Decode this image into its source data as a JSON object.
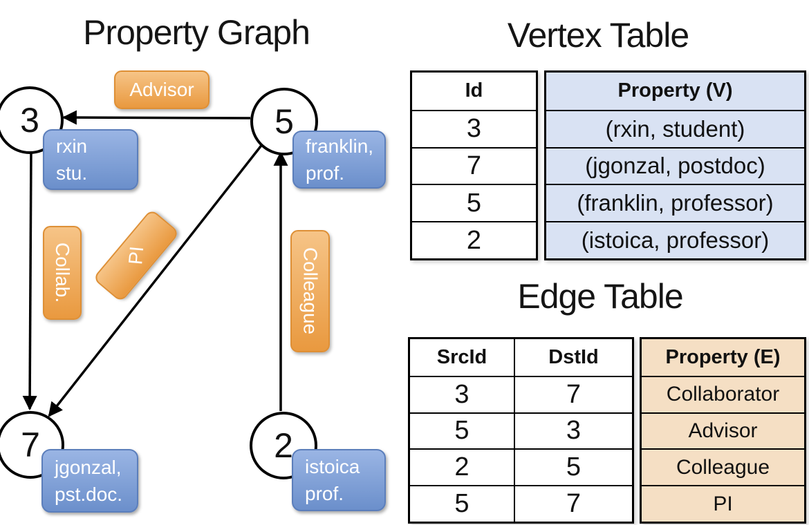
{
  "titles": {
    "graph": "Property Graph",
    "vertex_table": "Vertex Table",
    "edge_table": "Edge Table"
  },
  "graph": {
    "vertices": [
      {
        "id": "3",
        "line1": "rxin",
        "line2": "stu."
      },
      {
        "id": "5",
        "line1": "franklin,",
        "line2": "prof."
      },
      {
        "id": "7",
        "line1": "jgonzal,",
        "line2": "pst.doc."
      },
      {
        "id": "2",
        "line1": "istoica",
        "line2": "prof."
      }
    ],
    "edge_labels": {
      "advisor": "Advisor",
      "collab": "Collab.",
      "pi": "PI",
      "colleague": "Colleague"
    },
    "edges_drawn": [
      {
        "from": "5",
        "to": "3"
      },
      {
        "from": "3",
        "to": "7"
      },
      {
        "from": "5",
        "to": "7"
      },
      {
        "from": "2",
        "to": "5"
      }
    ]
  },
  "vertex_table": {
    "headers": [
      "Id",
      "Property (V)"
    ],
    "rows": [
      [
        "3",
        "(rxin, student)"
      ],
      [
        "7",
        "(jgonzal, postdoc)"
      ],
      [
        "5",
        "(franklin, professor)"
      ],
      [
        "2",
        "(istoica, professor)"
      ]
    ]
  },
  "edge_table": {
    "headers": [
      "SrcId",
      "DstId",
      "Property (E)"
    ],
    "rows": [
      [
        "3",
        "7",
        "Collaborator"
      ],
      [
        "5",
        "3",
        "Advisor"
      ],
      [
        "2",
        "5",
        "Colleague"
      ],
      [
        "5",
        "7",
        "PI"
      ]
    ]
  },
  "colors": {
    "vertex_property_fill": "#d9e2f3",
    "edge_property_fill": "#f5dfc4",
    "node_box_blue": "#7d9dd4",
    "label_box_orange": "#eda14c",
    "line_black": "#000000"
  }
}
